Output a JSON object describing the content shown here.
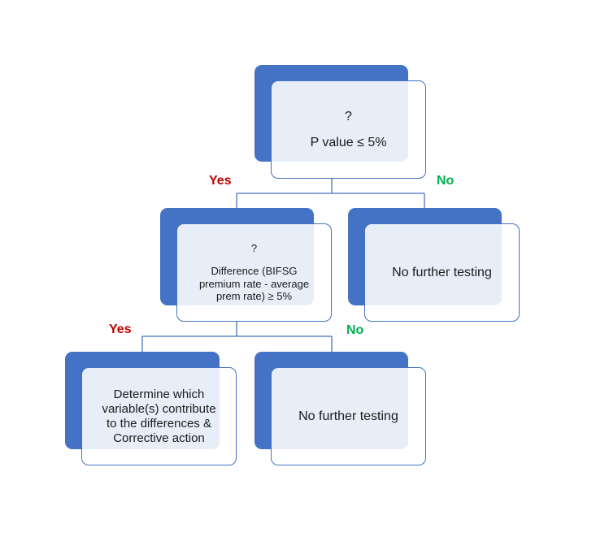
{
  "colors": {
    "box_fill": "#4472c4",
    "border": "#4472c4",
    "yes": "#c00000",
    "no": "#00b050"
  },
  "nodes": {
    "root": {
      "line1": "?",
      "line2": "P value ≤ 5%"
    },
    "diff": {
      "line1": "?",
      "line2": "Difference (BIFSG",
      "line3": "premium  rate - average",
      "line4": "prem rate) ≥ 5%"
    },
    "no_test_1": {
      "text": "No further testing"
    },
    "determine": {
      "line1": "Determine which",
      "line2": "variable(s) contribute",
      "line3": "to the differences &",
      "line4": "Corrective action"
    },
    "no_test_2": {
      "text": "No further testing"
    }
  },
  "edges": {
    "root_yes": "Yes",
    "root_no": "No",
    "diff_yes": "Yes",
    "diff_no": "No"
  }
}
